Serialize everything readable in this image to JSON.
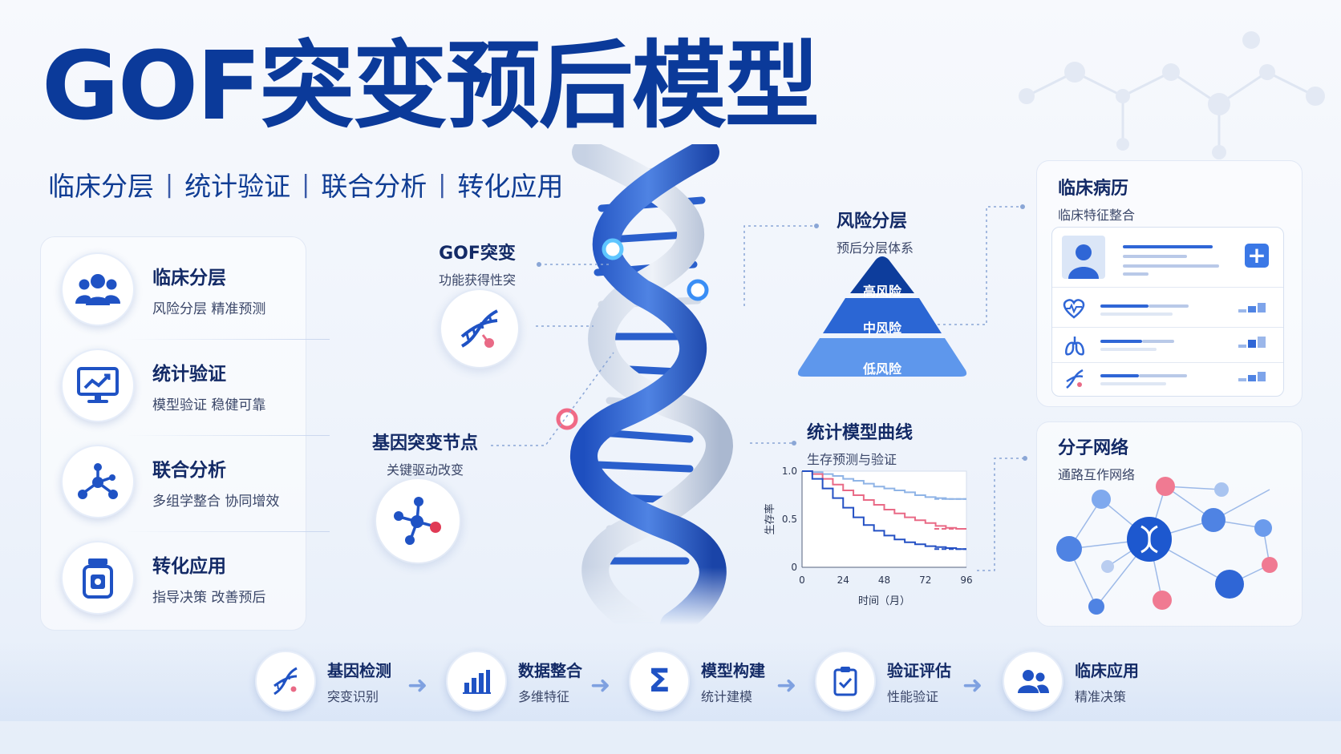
{
  "header": {
    "title": "GOF突变预后模型",
    "subtitle": [
      "临床分层",
      "统计验证",
      "联合分析",
      "转化应用"
    ],
    "separator": "|"
  },
  "left_panel": {
    "items": [
      {
        "title": "临床分层",
        "sub": "风险分层  精准预测",
        "icon": "people-icon"
      },
      {
        "title": "统计验证",
        "sub": "模型验证  稳健可靠",
        "icon": "monitor-chart-icon"
      },
      {
        "title": "联合分析",
        "sub": "多组学整合  协同增效",
        "icon": "molecule-icon"
      },
      {
        "title": "转化应用",
        "sub": "指导决策  改善预后",
        "icon": "medicine-bottle-icon"
      }
    ]
  },
  "center": {
    "gof": {
      "title": "GOF突变",
      "sub": "功能获得性突变"
    },
    "node": {
      "title": "基因突变节点",
      "sub": "关键驱动改变"
    }
  },
  "risk": {
    "title": "风险分层",
    "sub": "预后分层体系",
    "levels": [
      "高风险",
      "中风险",
      "低风险"
    ],
    "colors": [
      "#0d3d9c",
      "#2b66d4",
      "#5e97ec"
    ]
  },
  "clinical": {
    "title": "临床病历",
    "sub": "临床特征整合"
  },
  "network": {
    "title": "分子网络",
    "sub": "通路互作网络"
  },
  "chart_data": {
    "type": "line",
    "title": "统计模型曲线",
    "subtitle": "生存预测与验证",
    "xlabel": "时间（月）",
    "ylabel": "生存率",
    "xlim": [
      0,
      96
    ],
    "ylim": [
      0,
      1.0
    ],
    "xticks": [
      0,
      24,
      48,
      72,
      96
    ],
    "yticks": [
      0,
      0.5,
      1.0
    ],
    "ytick_labels": [
      "0",
      "0.5",
      "1.0"
    ],
    "series": [
      {
        "color": "#8fb4e6",
        "x": [
          0,
          6,
          12,
          18,
          24,
          30,
          36,
          42,
          48,
          54,
          60,
          66,
          72,
          78,
          84,
          90,
          96
        ],
        "y": [
          1.0,
          0.99,
          0.97,
          0.95,
          0.92,
          0.9,
          0.87,
          0.84,
          0.82,
          0.8,
          0.78,
          0.75,
          0.73,
          0.72,
          0.71,
          0.71,
          0.71
        ]
      },
      {
        "color": "#e96a86",
        "x": [
          0,
          6,
          12,
          18,
          24,
          30,
          36,
          42,
          48,
          54,
          60,
          66,
          72,
          78,
          84,
          90,
          96
        ],
        "y": [
          1.0,
          0.97,
          0.92,
          0.86,
          0.8,
          0.75,
          0.7,
          0.65,
          0.6,
          0.56,
          0.52,
          0.49,
          0.46,
          0.43,
          0.41,
          0.4,
          0.4
        ]
      },
      {
        "color": "#2450c4",
        "x": [
          0,
          6,
          12,
          18,
          24,
          30,
          36,
          42,
          48,
          54,
          60,
          66,
          72,
          78,
          84,
          90,
          96
        ],
        "y": [
          1.0,
          0.92,
          0.82,
          0.72,
          0.62,
          0.52,
          0.44,
          0.38,
          0.33,
          0.29,
          0.26,
          0.24,
          0.22,
          0.21,
          0.2,
          0.19,
          0.19
        ]
      }
    ]
  },
  "flow": {
    "steps": [
      {
        "title": "基因检测",
        "sub": "突变识别"
      },
      {
        "title": "数据整合",
        "sub": "多维特征"
      },
      {
        "title": "模型构建",
        "sub": "统计建模"
      },
      {
        "title": "验证评估",
        "sub": "性能验证"
      },
      {
        "title": "临床应用",
        "sub": "精准决策"
      }
    ],
    "sigma": "Σ"
  },
  "colors": {
    "primary": "#0b3a9a",
    "accent": "#2f66d6",
    "pink": "#e96a86"
  }
}
